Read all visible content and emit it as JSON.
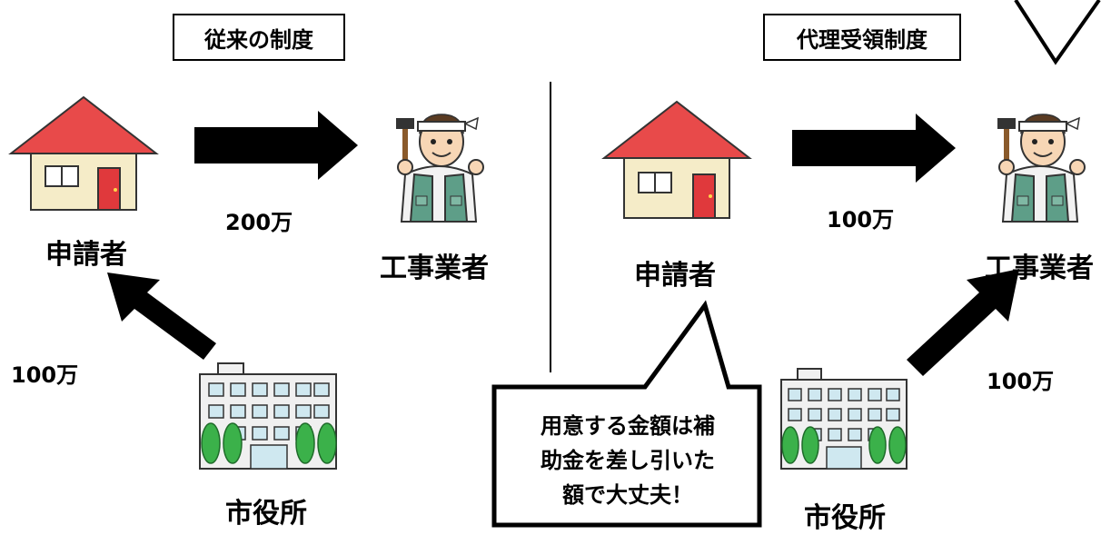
{
  "left_panel": {
    "title": "従来の制度",
    "applicant": "申請者",
    "contractor": "工事業者",
    "city_hall": "市役所",
    "payment_to_contractor": "200万",
    "subsidy_to_applicant": "100万"
  },
  "right_panel": {
    "title": "代理受領制度",
    "applicant": "申請者",
    "contractor": "工事業者",
    "city_hall": "市役所",
    "payment_to_contractor": "100万",
    "subsidy_to_contractor": "100万",
    "speech_bubble_lines": [
      "用意する金額は補",
      "助金を差し引いた",
      "額で大丈夫！"
    ]
  },
  "colors": {
    "roof": "#e84a4a",
    "house_wall": "#f5ecc8",
    "door": "#e0393c",
    "building": "#f0f0f0",
    "building_window": "#cfe8f0",
    "tree": "#3bb14a",
    "vest": "#5e9e88",
    "arrow": "#000000"
  },
  "icons": [
    "house-icon",
    "worker-icon",
    "city-hall-icon",
    "arrow-icon"
  ]
}
